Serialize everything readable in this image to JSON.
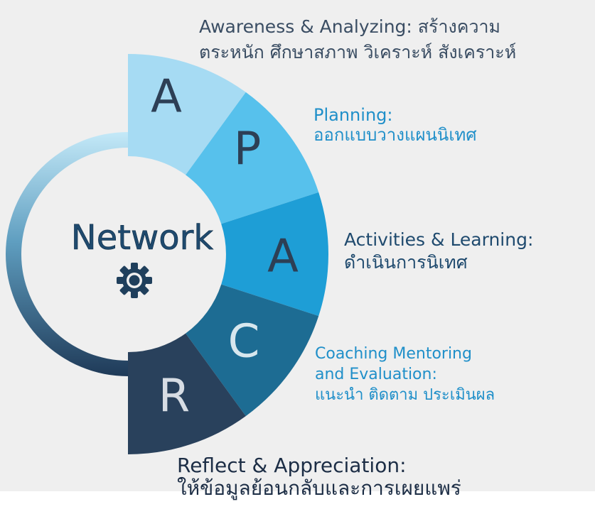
{
  "hub": {
    "title": "Network",
    "icon": "gear-icon"
  },
  "segments": [
    {
      "letter": "A",
      "color": "#a6dbf3",
      "letter_color": "#2d3f55"
    },
    {
      "letter": "P",
      "color": "#57c1ec",
      "letter_color": "#2d3f55"
    },
    {
      "letter": "A",
      "color": "#1e9ed6",
      "letter_color": "#2d3f55"
    },
    {
      "letter": "C",
      "color": "#1d6c93",
      "letter_color": "#d7e7ee"
    },
    {
      "letter": "R",
      "color": "#29415c",
      "letter_color": "#d7dde4"
    }
  ],
  "captions": {
    "a": {
      "line1": "Awareness & Analyzing: สร้างความ",
      "line2": "ตระหนัก ศึกษาสภาพ วิเคราะห์ สังเคราะห์"
    },
    "p": {
      "line1": "Planning:",
      "line2": "ออกแบบวางแผนนิเทศ"
    },
    "a2": {
      "line1": "Activities & Learning:",
      "line2": "ดำเนินการนิเทศ"
    },
    "c": {
      "line1": "Coaching Mentoring",
      "line2": "and Evaluation:",
      "line3": "แนะนำ ติดตาม ประเมินผล"
    },
    "r": {
      "line1": "Reflect & Appreciation:",
      "line2": "ให้ข้อมูลย้อนกลับและการเผยแพร่"
    }
  }
}
